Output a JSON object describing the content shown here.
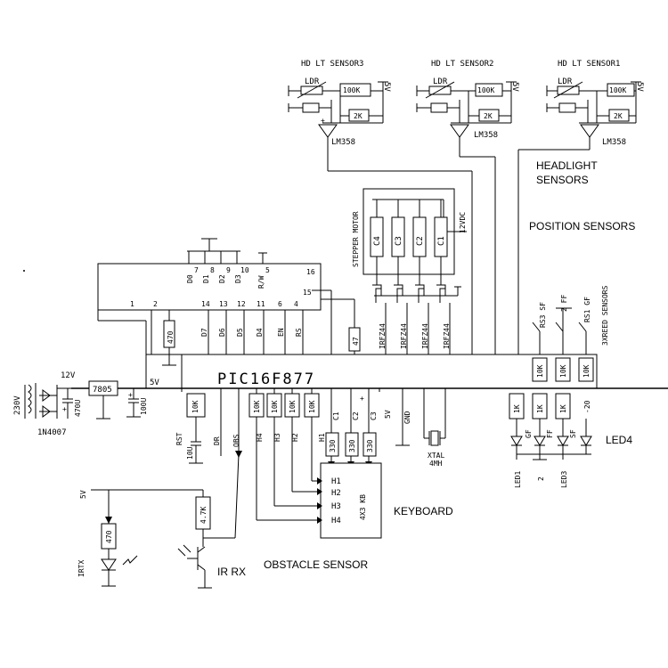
{
  "headlight_sensors": [
    {
      "title": "HD LT SENSOR3",
      "ldr": "LDR",
      "r1": "100K",
      "r2": "2K",
      "opamp": "LM358",
      "supply": "5V"
    },
    {
      "title": "HD LT SENSOR2",
      "ldr": "LDR",
      "r1": "100K",
      "r2": "2K",
      "opamp": "LM358",
      "supply": "5V"
    },
    {
      "title": "HD LT SENSOR1",
      "ldr": "LDR",
      "r1": "100K",
      "r2": "2K",
      "opamp": "LM358",
      "supply": "5V"
    }
  ],
  "section_labels": {
    "headlight_line1": "HEADLIGHT",
    "headlight_line2": "SENSORS",
    "position": "POSITION SENSORS",
    "keyboard": "KEYBOARD",
    "obstacle": "OBSTACLE SENSOR",
    "led4": "LED4",
    "ir_rx": "IR RX"
  },
  "stepper": {
    "label": "STEPPER MOTOR",
    "coils": [
      "C4",
      "C3",
      "C2",
      "C1"
    ],
    "supply": "12VDC",
    "fets": [
      "IRFZ44",
      "IRFZ44",
      "IRFZ44",
      "IRFZ44"
    ]
  },
  "lcd_pins": {
    "bottom_numbers": [
      "1",
      "2",
      "14",
      "13",
      "12",
      "11",
      "6",
      "4"
    ],
    "signals": [
      "D7",
      "D6",
      "D5",
      "D4",
      "EN",
      "RS"
    ],
    "top_signals": [
      "D0",
      "D1",
      "D2",
      "D3",
      "R/W"
    ],
    "top_numbers": [
      "7",
      "8",
      "9",
      "10",
      "5",
      "16"
    ],
    "pin15": "15"
  },
  "mcu": {
    "name": "PIC16F877",
    "vcc_label": "5V"
  },
  "power": {
    "ac": "230V",
    "diode": "1N4007",
    "cap_in": "470U",
    "v_in": "12V",
    "regulator": "7805",
    "cap_out": "100U"
  },
  "resistors": {
    "lcd_470": "470",
    "r47": "47",
    "pullup_10k": "10K",
    "key_pullups": [
      "10K",
      "10K",
      "10K",
      "10K"
    ],
    "key_series": [
      "330",
      "330",
      "330"
    ],
    "reed_pullups": [
      "10K",
      "10K",
      "10K"
    ],
    "led_series": [
      "1K",
      "1K",
      "1K"
    ],
    "ir_470": "470",
    "ir_4k7": "4.7K"
  },
  "mcu_bottom_labels": {
    "rst": "RST",
    "cap_rst": "10U",
    "dr": "DR",
    "obs": "OBS",
    "rows": [
      "H4",
      "H3",
      "H2",
      "H1"
    ],
    "cols": [
      "C1",
      "C2",
      "C3"
    ],
    "plus": "+",
    "five_v": "5V",
    "gnd": "GND",
    "xtal_line1": "XTAL",
    "xtal_line2": "4MH",
    "minus20": "-20"
  },
  "reed": {
    "labels": [
      "RS3 SF",
      "2 FF",
      "RS1 GF"
    ],
    "side_label": "3XREED SENSORS"
  },
  "leds": {
    "codes": [
      "GF",
      "FF",
      "SF"
    ],
    "names": [
      "LED1",
      "2",
      "LED3"
    ]
  },
  "keypad": {
    "label": "4X3 KB",
    "rows": [
      "H1",
      "H2",
      "H3",
      "H4"
    ]
  },
  "ir": {
    "supply": "5V",
    "tx": "IRTX"
  }
}
